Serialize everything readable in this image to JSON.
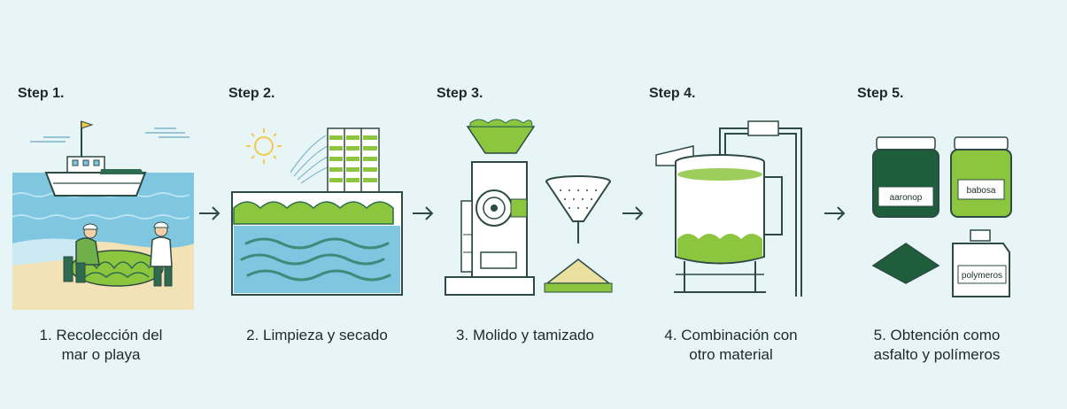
{
  "steps": [
    {
      "header": "Step 1.",
      "caption_lines": [
        "1. Recolección del",
        "mar o playa"
      ]
    },
    {
      "header": "Step 2.",
      "caption_lines": [
        "2. Limpieza y secado"
      ]
    },
    {
      "header": "Step 3.",
      "caption_lines": [
        "3. Molido y tamizado"
      ]
    },
    {
      "header": "Step 4.",
      "caption_lines": [
        "4. Combinación con",
        "otro material"
      ]
    },
    {
      "header": "Step 5.",
      "caption_lines": [
        "5. Obtención como",
        "asfalto y polímeros"
      ]
    }
  ],
  "product_labels": [
    "aaronop",
    "babosa",
    "polymeros"
  ],
  "colors": {
    "background": "#e7f5f7",
    "seaweed_green": "#8cc63f",
    "dark_green": "#1f5e3b",
    "outline": "#2d4a44",
    "water": "#7fc6e0",
    "sand": "#f2e2b5"
  },
  "icons": [
    "sun-icon",
    "boat-icon",
    "flag-icon",
    "worker-icon",
    "drying-tank-icon",
    "drying-rack-icon",
    "grinder-icon",
    "sieve-icon",
    "powder-pile-icon",
    "mixing-vat-icon",
    "jar-icon",
    "canister-icon",
    "arrow-right-icon"
  ]
}
